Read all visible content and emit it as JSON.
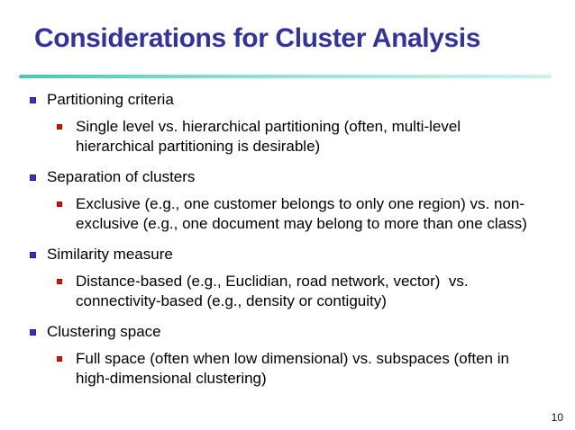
{
  "slide": {
    "title": "Considerations for Cluster Analysis",
    "page_number": "10"
  },
  "colors": {
    "background": "#ffffff",
    "title_text": "#333399",
    "body_text": "#000000",
    "level1_bullet": "#3333cc",
    "level2_bullet": "#dd1100",
    "divider_left": "#45c9b4",
    "divider_right": "#c9f4ee"
  },
  "bullets": [
    {
      "level": 1,
      "lines": [
        "Partitioning criteria"
      ]
    },
    {
      "level": 2,
      "lines": [
        "Single level vs. hierarchical partitioning (often, multi-level",
        "hierarchical partitioning is desirable)"
      ]
    },
    {
      "level": 1,
      "lines": [
        "Separation of clusters"
      ]
    },
    {
      "level": 2,
      "lines": [
        "Exclusive (e.g., one customer belongs to only one region) vs. non-",
        "exclusive (e.g., one document may belong to more than one class)"
      ]
    },
    {
      "level": 1,
      "lines": [
        "Similarity measure"
      ]
    },
    {
      "level": 2,
      "lines": [
        "Distance-based (e.g., Euclidian, road network, vector)  vs.",
        "connectivity-based (e.g., density or contiguity)"
      ]
    },
    {
      "level": 1,
      "lines": [
        "Clustering space"
      ]
    },
    {
      "level": 2,
      "lines": [
        "Full space (often when low dimensional) vs. subspaces (often in",
        "high-dimensional clustering)"
      ]
    }
  ]
}
